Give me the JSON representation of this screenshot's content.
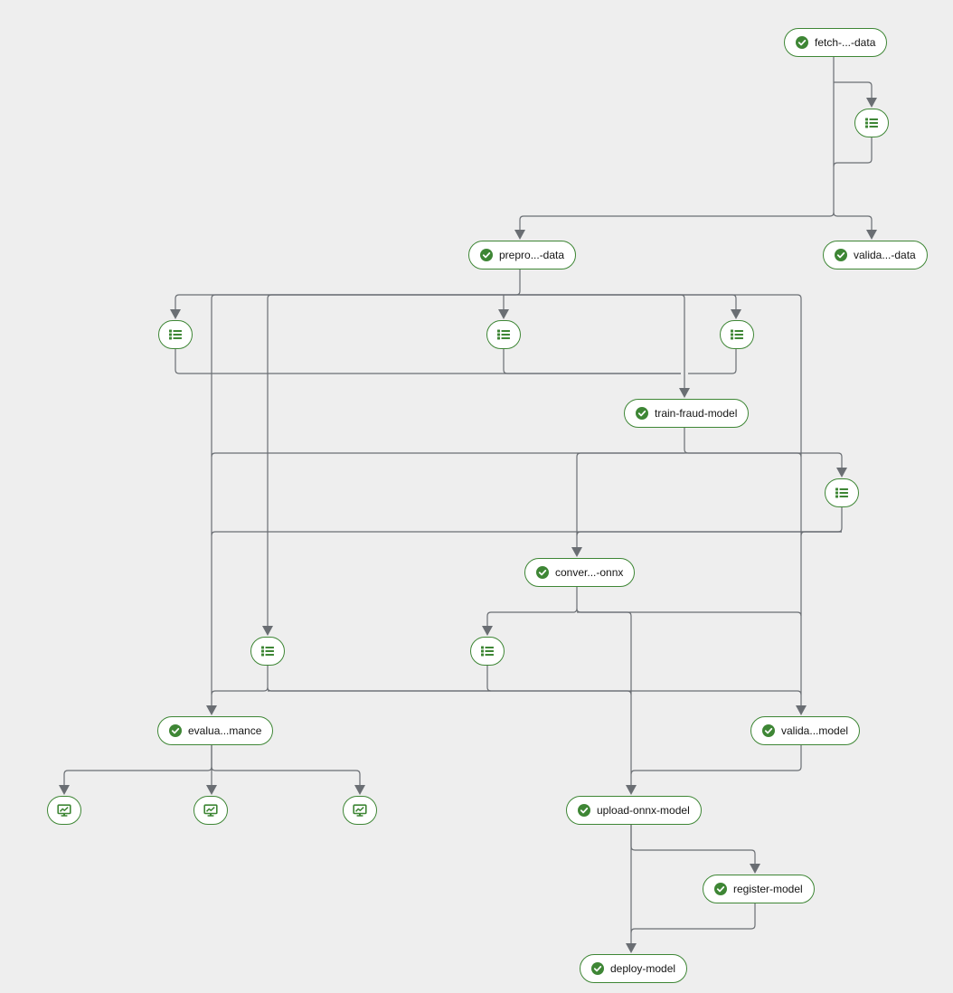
{
  "pipeline": {
    "tasks": [
      {
        "id": "fetch",
        "label": "fetch-...-data"
      },
      {
        "id": "validate_data",
        "label": "valida...-data"
      },
      {
        "id": "preprocess",
        "label": "prepro...-data"
      },
      {
        "id": "train",
        "label": "train-fraud-model"
      },
      {
        "id": "convert",
        "label": "conver...-onnx"
      },
      {
        "id": "evaluate",
        "label": "evalua...mance"
      },
      {
        "id": "validate_model",
        "label": "valida...model"
      },
      {
        "id": "upload",
        "label": "upload-onnx-model"
      },
      {
        "id": "register",
        "label": "register-model"
      },
      {
        "id": "deploy",
        "label": "deploy-model"
      }
    ],
    "artifacts": [
      {
        "id": "a1",
        "icon": "list-icon"
      },
      {
        "id": "a2",
        "icon": "list-icon"
      },
      {
        "id": "a3",
        "icon": "list-icon"
      },
      {
        "id": "a4",
        "icon": "list-icon"
      },
      {
        "id": "a5",
        "icon": "list-icon"
      },
      {
        "id": "a6",
        "icon": "list-icon"
      },
      {
        "id": "a7",
        "icon": "list-icon"
      },
      {
        "id": "m1",
        "icon": "metrics-icon"
      },
      {
        "id": "m2",
        "icon": "metrics-icon"
      },
      {
        "id": "m3",
        "icon": "metrics-icon"
      }
    ],
    "edges": [
      [
        "fetch",
        "a1"
      ],
      [
        "fetch",
        "preprocess"
      ],
      [
        "fetch",
        "validate_data"
      ],
      [
        "a1",
        "preprocess"
      ],
      [
        "a1",
        "validate_data"
      ],
      [
        "preprocess",
        "a2"
      ],
      [
        "preprocess",
        "a3"
      ],
      [
        "preprocess",
        "a4"
      ],
      [
        "preprocess",
        "train"
      ],
      [
        "preprocess",
        "a6"
      ],
      [
        "preprocess",
        "evaluate"
      ],
      [
        "preprocess",
        "validate_model"
      ],
      [
        "a2",
        "train"
      ],
      [
        "a3",
        "train"
      ],
      [
        "a4",
        "train"
      ],
      [
        "train",
        "a5"
      ],
      [
        "train",
        "convert"
      ],
      [
        "train",
        "evaluate"
      ],
      [
        "train",
        "validate_model"
      ],
      [
        "a5",
        "convert"
      ],
      [
        "a5",
        "evaluate"
      ],
      [
        "a5",
        "validate_model"
      ],
      [
        "convert",
        "a7"
      ],
      [
        "convert",
        "upload"
      ],
      [
        "convert",
        "validate_model"
      ],
      [
        "a6",
        "evaluate"
      ],
      [
        "a6",
        "upload"
      ],
      [
        "a6",
        "validate_model"
      ],
      [
        "a7",
        "upload"
      ],
      [
        "a7",
        "validate_model"
      ],
      [
        "evaluate",
        "m1"
      ],
      [
        "evaluate",
        "m2"
      ],
      [
        "evaluate",
        "m3"
      ],
      [
        "validate_model",
        "upload"
      ],
      [
        "upload",
        "register"
      ],
      [
        "upload",
        "deploy"
      ],
      [
        "register",
        "deploy"
      ]
    ]
  },
  "colors": {
    "background": "#eeeeee",
    "node_fill": "#ffffff",
    "node_border": "#3e8635",
    "success": "#3e8635",
    "edge": "#6a6e73",
    "text": "#151515"
  }
}
